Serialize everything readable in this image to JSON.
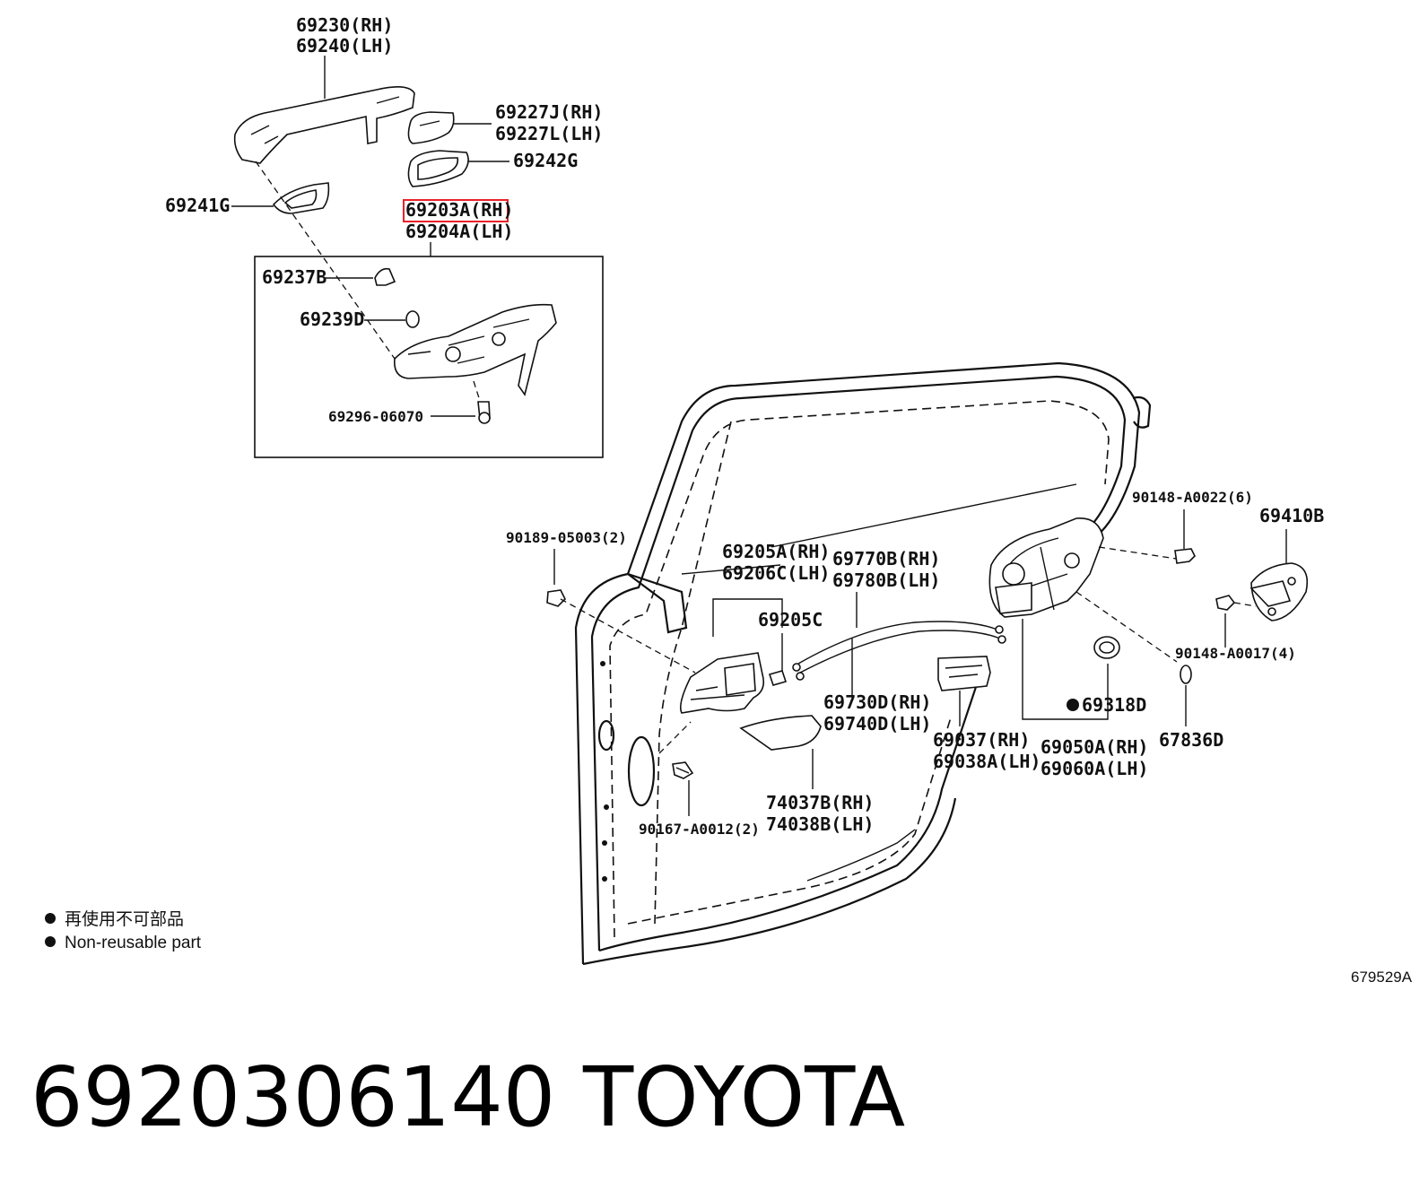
{
  "labels": {
    "p69230": "69230(RH)",
    "p69240": "69240(LH)",
    "p69227J": "69227J(RH)",
    "p69227L": "69227L(LH)",
    "p69242G": "69242G",
    "p69241G": "69241G",
    "p69203A": "69203A(RH)",
    "p69204A": "69204A(LH)",
    "p69237B": "69237B",
    "p69239D": "69239D",
    "p69296": "69296-06070",
    "p90189": "90189-05003(2)",
    "p69205A": "69205A(RH)",
    "p69206C": "69206C(LH)",
    "p69770B": "69770B(RH)",
    "p69780B": "69780B(LH)",
    "p69205C": "69205C",
    "p69730D": "69730D(RH)",
    "p69740D": "69740D(LH)",
    "p69037": "69037(RH)",
    "p69038A": "69038A(LH)",
    "p69318D": "69318D",
    "p69050A": "69050A(RH)",
    "p69060A": "69060A(LH)",
    "p67836D": "67836D",
    "p90148_22": "90148-A0022(6)",
    "p69410B": "69410B",
    "p90148_17": "90148-A0017(4)",
    "p74037B": "74037B(RH)",
    "p74038B": "74038B(LH)",
    "p90167": "90167-A0012(2)"
  },
  "legend": {
    "chinese": "再使用不可部品",
    "english": "Non-reusable part"
  },
  "diagram_code": "679529A",
  "caption": {
    "part_number": "6920306140",
    "brand": "TOYOTA"
  },
  "highlight_color": "#e8222a"
}
